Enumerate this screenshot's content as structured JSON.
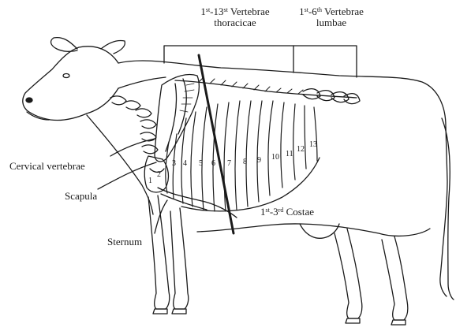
{
  "labels": {
    "thoracic": {
      "first_num": "1",
      "first_sup": "st",
      "range_mid": "-13",
      "range_sup": "st",
      "word": " Vertebrae",
      "line2": "thoracicae"
    },
    "lumbar": {
      "first_num": "1",
      "first_sup": "st",
      "range_mid": "-6",
      "range_sup": "th",
      "word": " Vertebrae",
      "line2": "lumbae"
    },
    "costae": {
      "first_num": "1",
      "first_sup": "st",
      "range_mid": "-3",
      "range_sup": "rd",
      "word": " Costae"
    },
    "cervical": "Cervical vertebrae",
    "scapula": "Scapula",
    "sternum": "Sternum"
  },
  "rib_numbers": [
    "1",
    "2",
    "3",
    "4",
    "5",
    "6",
    "7",
    "8",
    "9",
    "10",
    "11",
    "12",
    "13"
  ],
  "colors": {
    "ink": "#1a1a1a",
    "background": "#ffffff"
  }
}
